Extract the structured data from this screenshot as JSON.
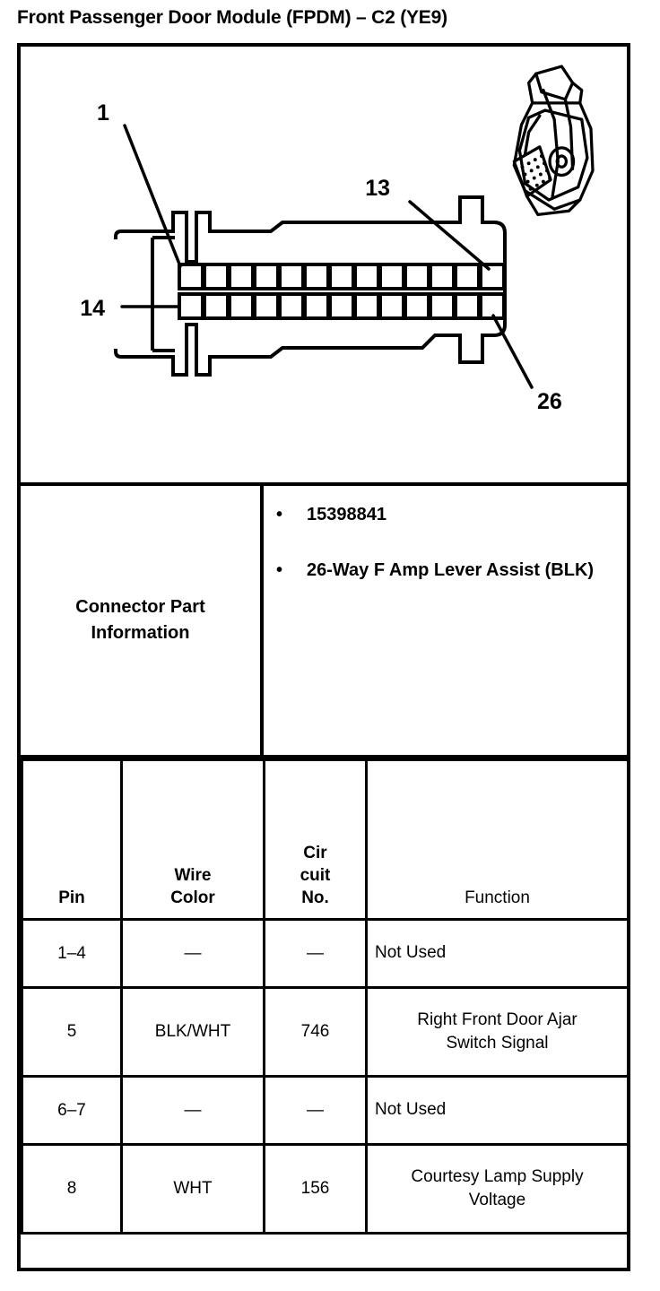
{
  "document": {
    "title": "Front Passenger Door Module (FPDM) – C2 (YE9)"
  },
  "diagram": {
    "name": "connector-end-view",
    "callouts": [
      {
        "label": "1",
        "position": "top-left-pin"
      },
      {
        "label": "13",
        "position": "top-right-pin"
      },
      {
        "label": "14",
        "position": "bottom-left-pin"
      },
      {
        "label": "26",
        "position": "bottom-right-pin"
      }
    ],
    "cavity_rows": 2,
    "cavities_per_row": 13,
    "total_cavities": 26,
    "inset_illustration": "connector-3d-view"
  },
  "connector_part_information": {
    "label_line1": "Connector Part",
    "label_line2": "Information",
    "bullets": [
      "15398841",
      "26-Way F Amp Lever Assist (BLK)"
    ],
    "bullet_glyph": "•"
  },
  "pin_table": {
    "headers": {
      "pin": "Pin",
      "wire_color_line1": "Wire",
      "wire_color_line2": "Color",
      "circuit_line1": "Cir",
      "circuit_line2": "cuit",
      "circuit_line3": "No.",
      "function": "Function"
    },
    "rows": [
      {
        "pin": "1–4",
        "wire_color": "—",
        "circuit_no": "—",
        "function_line1": "Not Used",
        "function_line2": "",
        "two_line": false
      },
      {
        "pin": "5",
        "wire_color": "BLK/WHT",
        "circuit_no": "746",
        "function_line1": "Right Front Door Ajar",
        "function_line2": "Switch Signal",
        "two_line": true
      },
      {
        "pin": "6–7",
        "wire_color": "—",
        "circuit_no": "—",
        "function_line1": "Not Used",
        "function_line2": "",
        "two_line": false
      },
      {
        "pin": "8",
        "wire_color": "WHT",
        "circuit_no": "156",
        "function_line1": "Courtesy Lamp Supply",
        "function_line2": "Voltage",
        "two_line": true
      }
    ]
  },
  "colors": {
    "ink": "#000000",
    "paper": "#ffffff"
  }
}
